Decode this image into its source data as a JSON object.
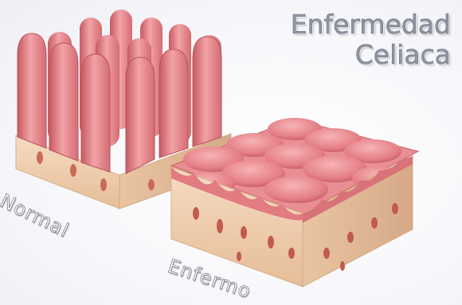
{
  "title": {
    "line1": "Enfermedad",
    "line2": "Celiaca"
  },
  "labels": {
    "normal": "Normal",
    "diseased": "Enfermo"
  },
  "colors": {
    "tissue_pink": "#e98e93",
    "tissue_dark": "#c85f66",
    "flesh": "#f1d2b3",
    "flesh_shadow": "#d9b08c",
    "title_gray": "#8f95a3"
  }
}
